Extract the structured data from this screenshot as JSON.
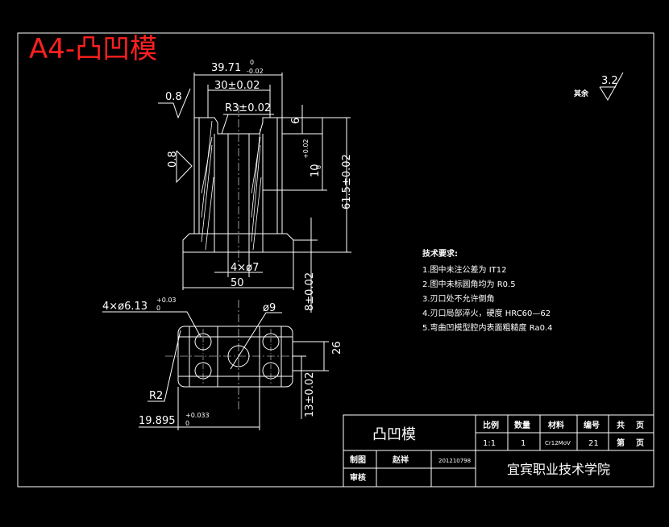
{
  "sheet_title": "A4-凸凹模",
  "surface_roughness": {
    "other_label": "其余",
    "other_value": "3.2",
    "top_left": "0.8",
    "side_left": "0.8"
  },
  "dimensions": {
    "width_top": "39.71",
    "width_top_tol_upper": "0",
    "width_top_tol_lower": "-0.02",
    "inner_width": "30±0.02",
    "radius_top": "R3±0.02",
    "slot_depth": "6",
    "height_10": "10",
    "height_10_tol_upper": "+0.02",
    "height_10_tol_lower": "0",
    "height_total": "61.5±0.02",
    "holes": "4×ø7",
    "base_width": "50",
    "base_height": "8±0.02",
    "holes_plan": "4×ø6.13",
    "holes_plan_tol_upper": "+0.03",
    "holes_plan_tol_lower": "0",
    "center_hole": "ø9",
    "depth_26": "26",
    "radius_r2": "R2",
    "offset_13": "13±0.02",
    "offset_19895": "19.895",
    "offset_19895_tol_upper": "+0.033",
    "offset_19895_tol_lower": "0"
  },
  "tech_requirements": {
    "heading": "技术要求:",
    "items": [
      "1.图中未注公差为 IT12",
      "2.图中未标圆角均为 R0.5",
      "3.刃口处不允许倒角",
      "4.刃口局部淬火，硬度 HRC60—62",
      "5.弯曲凹模型腔内表面粗糙度 Ra0.4"
    ]
  },
  "title_block": {
    "part_name": "凸凹模",
    "scale_label": "比例",
    "quantity_label": "数量",
    "material_label": "材料",
    "number_label": "编号",
    "total_label": "共",
    "page_unit": "页",
    "scale_value": "1:1",
    "quantity_value": "1",
    "material_value": "Cr12MoV",
    "number_value": "21",
    "sheet_label": "第",
    "sheet_unit": "页",
    "drawn_label": "制图",
    "drawn_name": "赵祥",
    "drawn_id": "201210798",
    "review_label": "审核",
    "school": "宜宾职业技术学院"
  }
}
